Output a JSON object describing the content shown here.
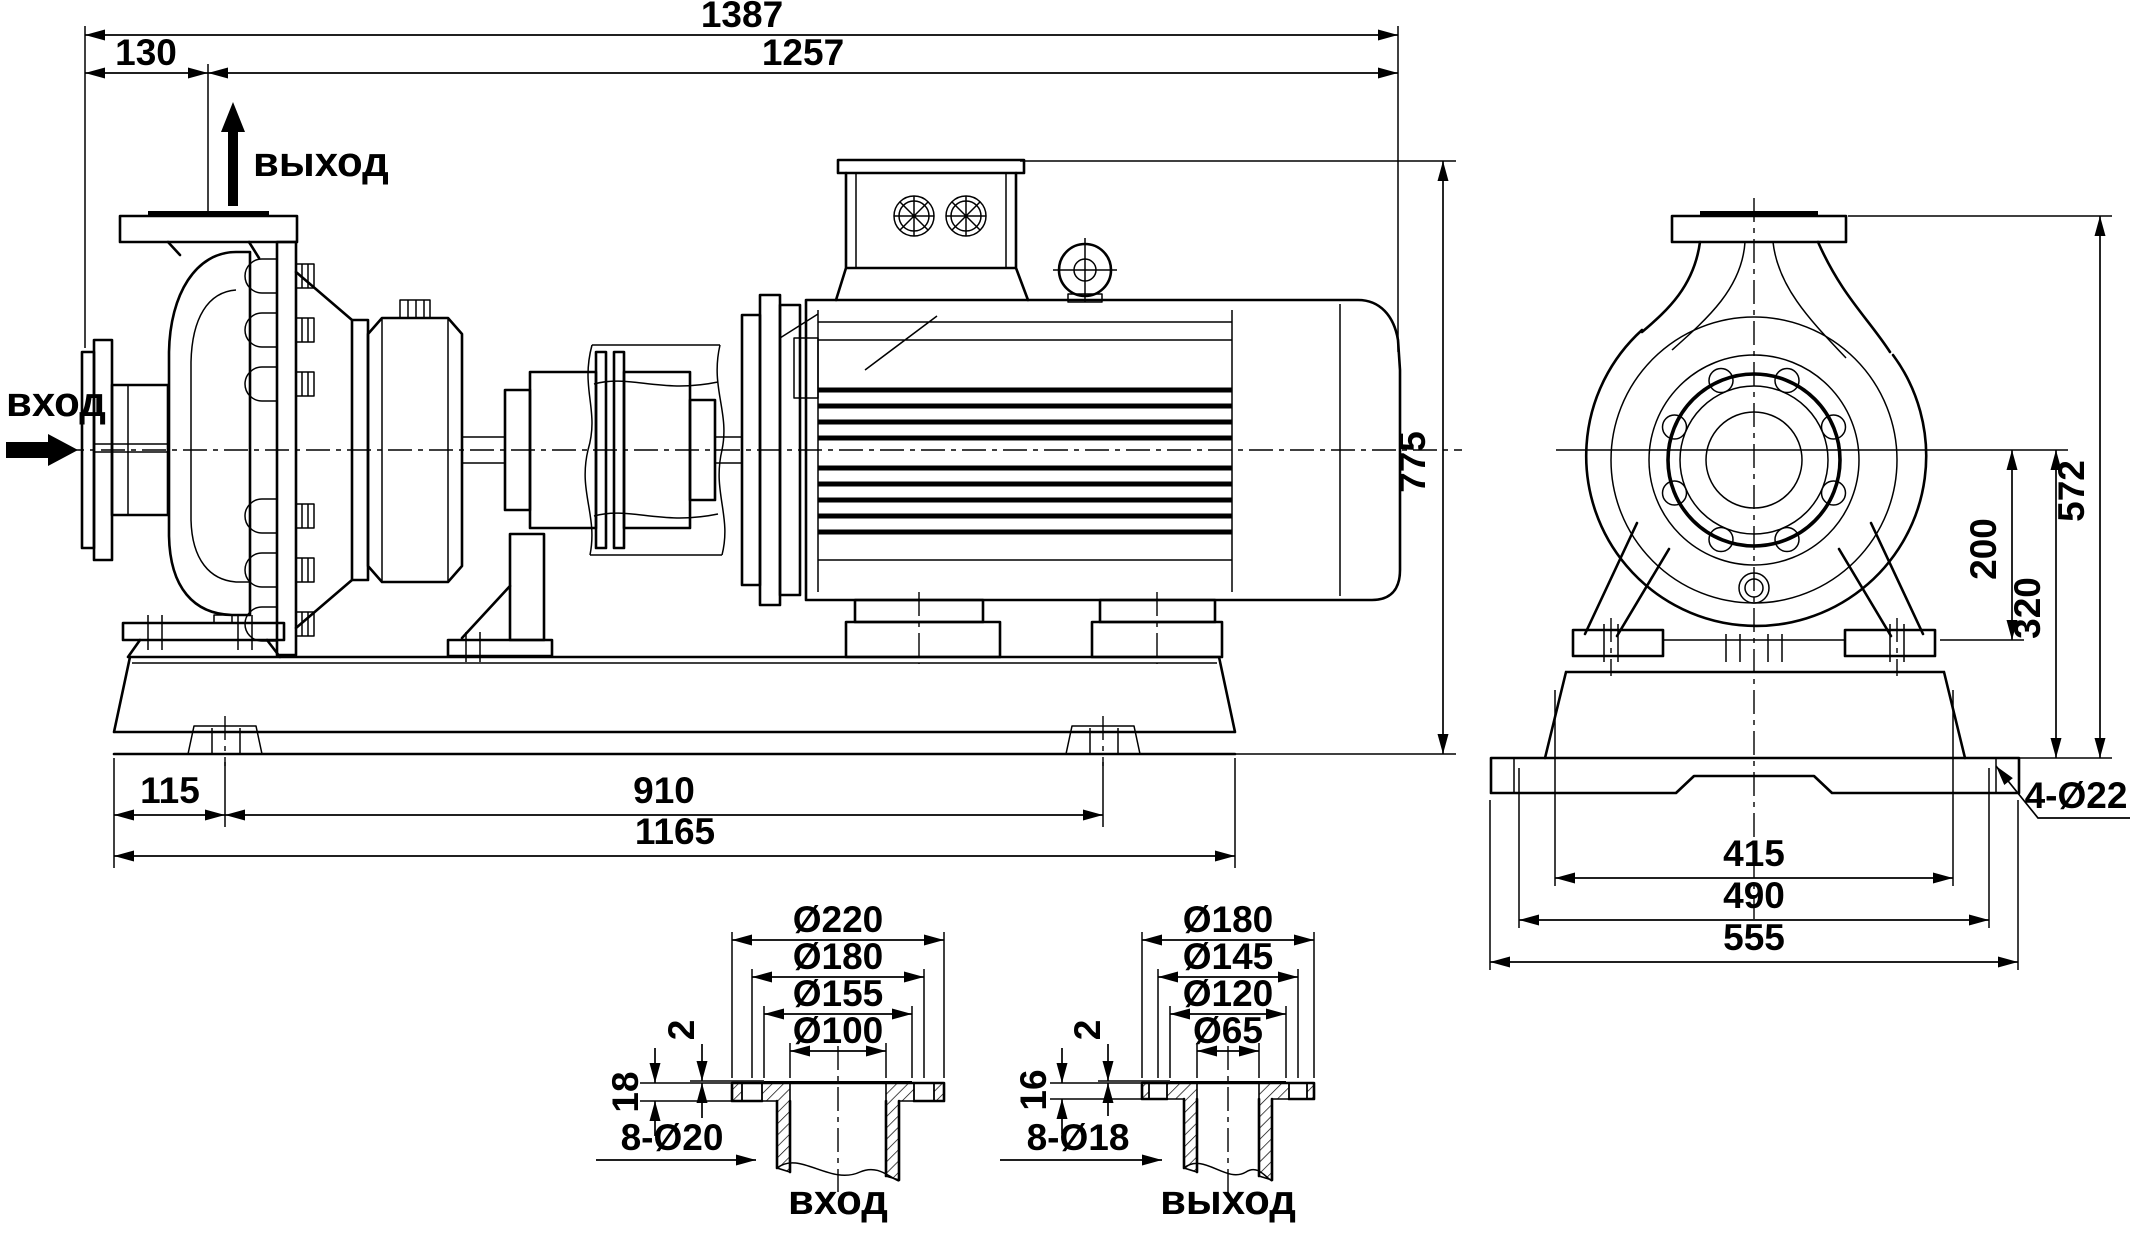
{
  "side": {
    "overall_length": "1387",
    "length_to_inlet_face": "1257",
    "inlet_face_to_outlet_axis": "130",
    "overall_height": "775",
    "base_edge_to_anchor": "115",
    "anchor_span": "910",
    "base_length": "1165",
    "outlet_label": "выход",
    "inlet_label": "вход"
  },
  "end": {
    "axis_to_foot": "200",
    "axis_to_base": "320",
    "outlet_height": "572",
    "anchor_bolt_span": "415",
    "base_mid_width": "490",
    "base_width": "555",
    "anchor_holes": "4-Ø22"
  },
  "inlet_flange": {
    "od": "Ø220",
    "bolt_circle": "Ø180",
    "raised_face": "Ø155",
    "bore": "Ø100",
    "thickness": "18",
    "raised_face_height": "2",
    "bolt_holes": "8-Ø20",
    "label": "вход"
  },
  "outlet_flange": {
    "od": "Ø180",
    "bolt_circle": "Ø145",
    "raised_face": "Ø120",
    "bore": "Ø65",
    "thickness": "16",
    "raised_face_height": "2",
    "bolt_holes": "8-Ø18",
    "label": "выход"
  }
}
